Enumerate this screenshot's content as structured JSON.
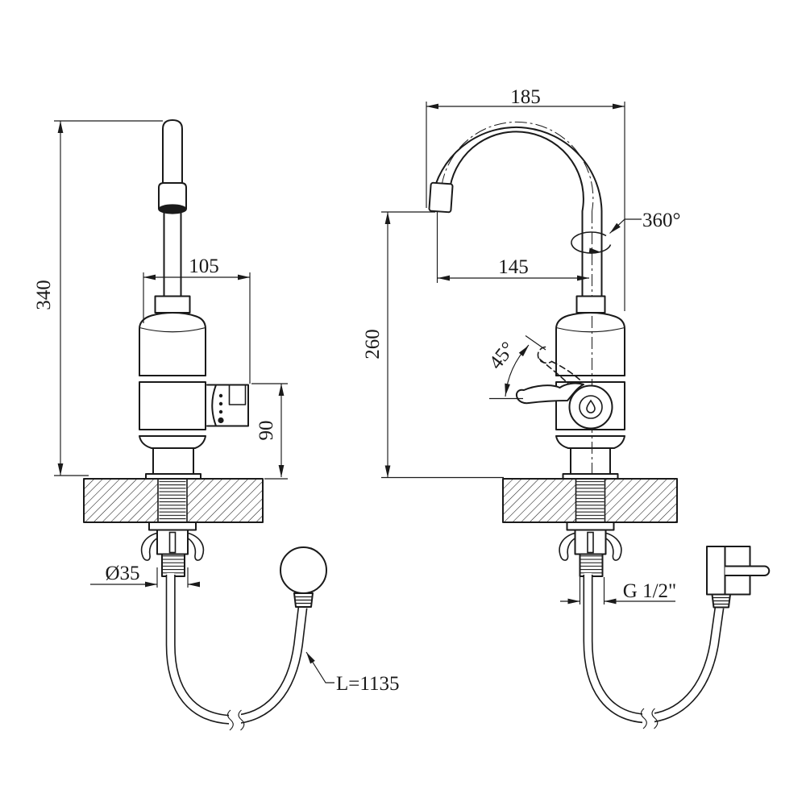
{
  "page": {
    "background": "#ffffff",
    "ink": "#1a1a1a"
  },
  "dimensions": {
    "total_height": "340",
    "body_width": "105",
    "control_height": "90",
    "shank_diameter": "Ø35",
    "hose_length": "L=1135",
    "overall_width": "185",
    "swivel_angle": "360°",
    "spout_reach": "145",
    "outlet_height": "260",
    "lever_angle": "45°",
    "connection_thread": "G 1/2\""
  }
}
